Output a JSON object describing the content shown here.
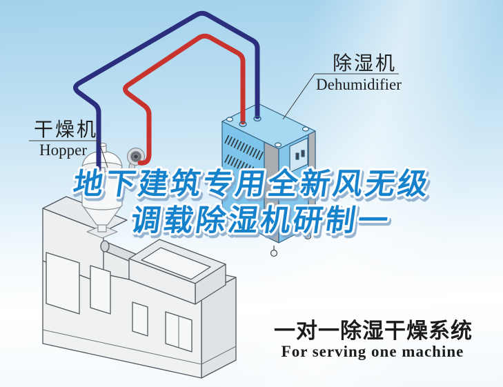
{
  "poster": {
    "title": {
      "line1": "地下建筑专用全新风无级",
      "line2": "调载除湿机研制一"
    },
    "machine_labels": {
      "hopper": {
        "zh": "干燥机",
        "en": "Hopper"
      },
      "dehumidifier": {
        "zh": "除湿机",
        "en": "Dehumidifier"
      }
    },
    "caption": {
      "zh": "一对一除湿干燥系统",
      "en": "For serving one machine"
    },
    "colors": {
      "title_blue": "#1581cb",
      "pipe_navy": "#2a2e7d",
      "pipe_red": "#c9332e",
      "dehumidifier_blue": "#7ec5ec",
      "dehumidifier_top": "#a6d9f2",
      "sky_blue": "#a3d1ec",
      "label_text": "#1f1f1f"
    }
  }
}
